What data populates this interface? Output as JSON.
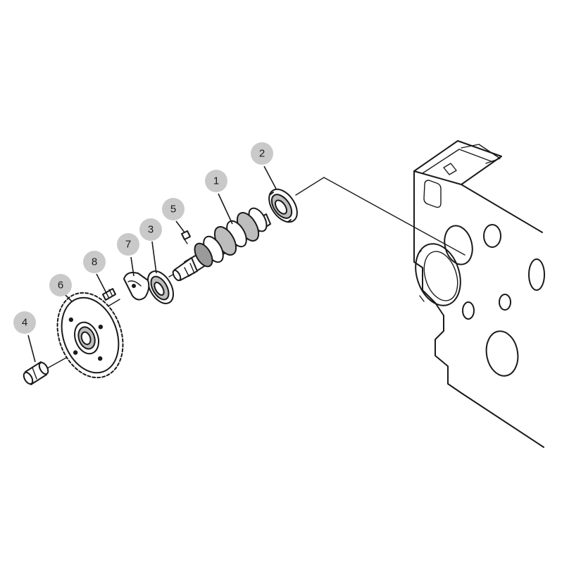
{
  "callouts": [
    {
      "id": "1",
      "label": "1"
    },
    {
      "id": "2",
      "label": "2"
    },
    {
      "id": "3",
      "label": "3"
    },
    {
      "id": "4",
      "label": "4"
    },
    {
      "id": "5",
      "label": "5"
    },
    {
      "id": "6",
      "label": "6"
    },
    {
      "id": "7",
      "label": "7"
    },
    {
      "id": "8",
      "label": "8"
    }
  ],
  "colors": {
    "line": "#1a1a1a",
    "callout_fill": "#c9c9c9",
    "background": "#ffffff"
  }
}
